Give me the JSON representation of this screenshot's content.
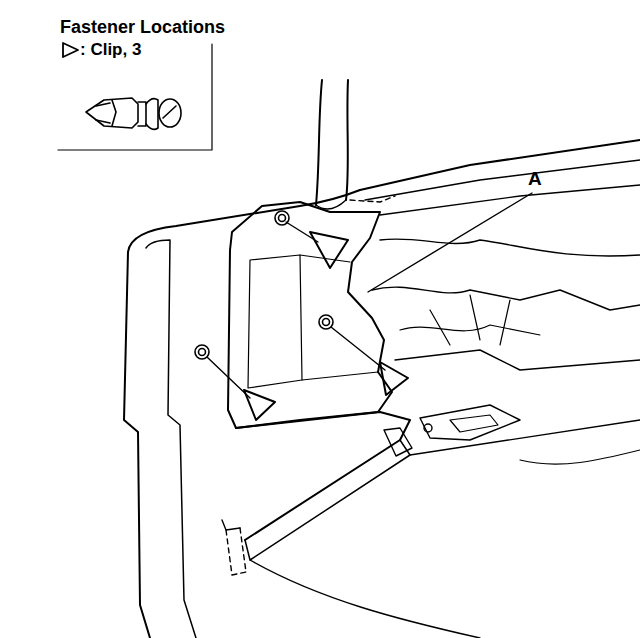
{
  "diagram": {
    "title": "Fastener Locations",
    "labels": [
      "A"
    ],
    "legend": [
      {
        "text": ": Clip, 3"
      }
    ]
  }
}
